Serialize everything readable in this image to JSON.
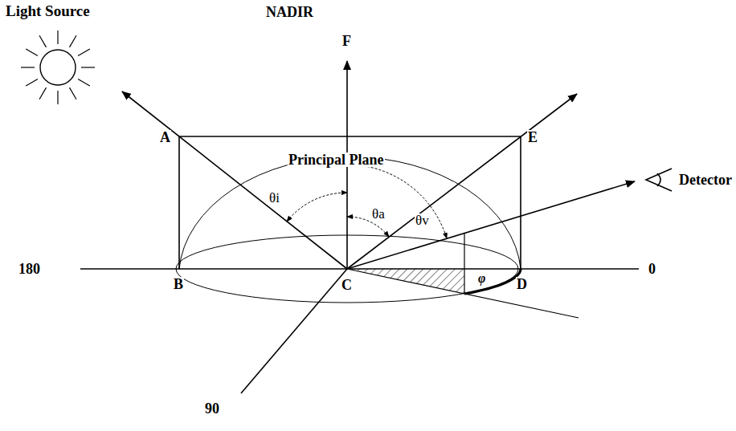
{
  "diagram": {
    "labels": [
      "Light Source",
      "NADIR",
      "F",
      "A",
      "E",
      "Principal Plane",
      "θi",
      "θa",
      "θv",
      "Detector",
      "180",
      "B",
      "C",
      "D",
      "0",
      "90",
      "φ"
    ]
  }
}
